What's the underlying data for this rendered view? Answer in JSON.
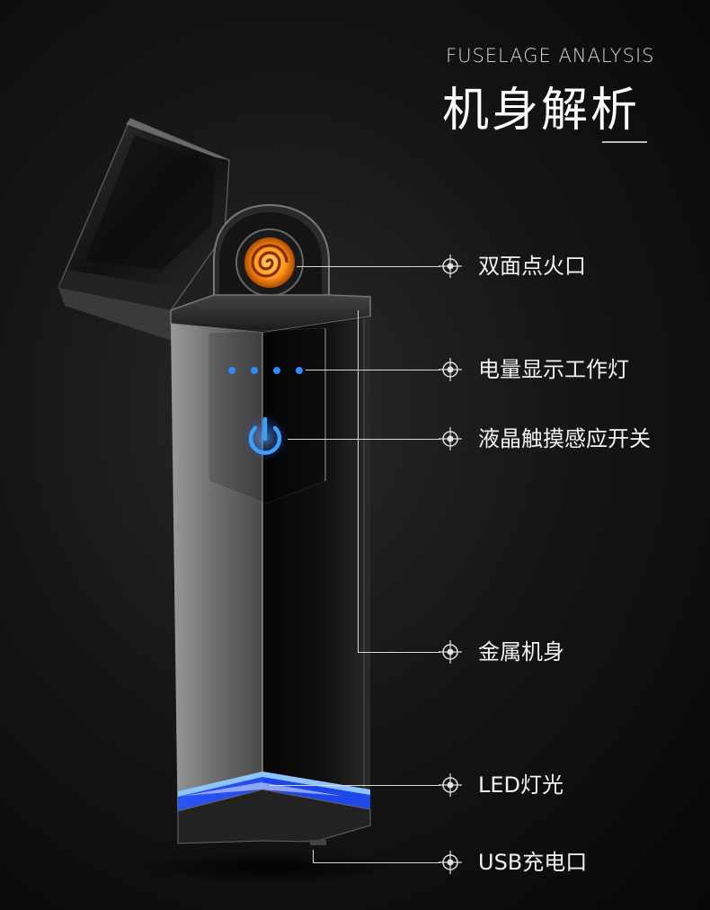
{
  "header": {
    "subtitle": "FUSELAGE ANALYSIS",
    "title": "机身解析"
  },
  "callouts": [
    {
      "label": "双面点火口",
      "icon": "crosshair-icon"
    },
    {
      "label": "电量显示工作灯",
      "icon": "crosshair-icon"
    },
    {
      "label": "液晶触摸感应开关",
      "icon": "crosshair-icon"
    },
    {
      "label": "金属机身",
      "icon": "crosshair-icon"
    },
    {
      "label": "LED灯光",
      "icon": "crosshair-icon"
    },
    {
      "label": "USB充电口",
      "icon": "crosshair-icon"
    }
  ],
  "colors": {
    "background": "#0b0b0b",
    "coil_glow": "#ff9a1a",
    "indicator_blue": "#2a8cff",
    "led_strip": "#1f4dff",
    "callout_line": "#d9d9d9"
  }
}
